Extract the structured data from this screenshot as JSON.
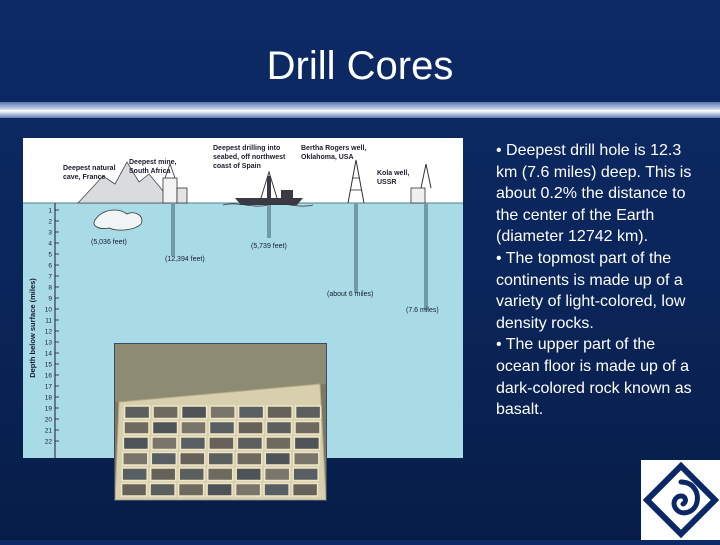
{
  "slide": {
    "title": "Drill Cores",
    "bullets": [
      "• Deepest drill hole is 12.3 km (7.6 miles) deep.  This is about 0.2%  the distance to the center of the Earth (diameter 12742 km).",
      "• The topmost part of the continents is made up of a variety of light-colored, low density rocks.",
      "• The upper part of the ocean floor is made up of a dark-colored rock known as basalt."
    ]
  },
  "diagram": {
    "axis_label": "Depth below surface (miles)",
    "ticks": [
      "1",
      "2",
      "3",
      "4",
      "5",
      "6",
      "7",
      "8",
      "9",
      "10",
      "11",
      "12",
      "13",
      "14",
      "15",
      "16",
      "17",
      "18",
      "19",
      "20",
      "21",
      "22"
    ],
    "sites": [
      {
        "caption_lines": [
          "Deepest natural",
          "cave, France"
        ],
        "depth_label": "(5,036 feet)"
      },
      {
        "caption_lines": [
          "Deepest mine,",
          "South Africa"
        ],
        "depth_label": "(12,394 feet)"
      },
      {
        "caption_lines": [
          "Deepest drilling into",
          "seabed, off northwest",
          "coast of Spain"
        ],
        "depth_label": "(5,739 feet)"
      },
      {
        "caption_lines": [
          "Bertha Rogers well,",
          "Oklahoma, USA"
        ],
        "depth_label": "(about 6 miles)"
      },
      {
        "caption_lines": [
          "Kola well,",
          "USSR"
        ],
        "depth_label": "(7.6 miles)"
      }
    ],
    "colors": {
      "sky": "#ffffff",
      "earth": "#a9dbe6",
      "ink": "#1b1b2e",
      "pipe": "#6f9aa6"
    }
  },
  "photo": {
    "subject": "core-sample-box"
  },
  "logo": {
    "icon": "spiral-diamond-logo",
    "colors": {
      "panel": "#ffffff",
      "mark": "#0b2766"
    }
  }
}
